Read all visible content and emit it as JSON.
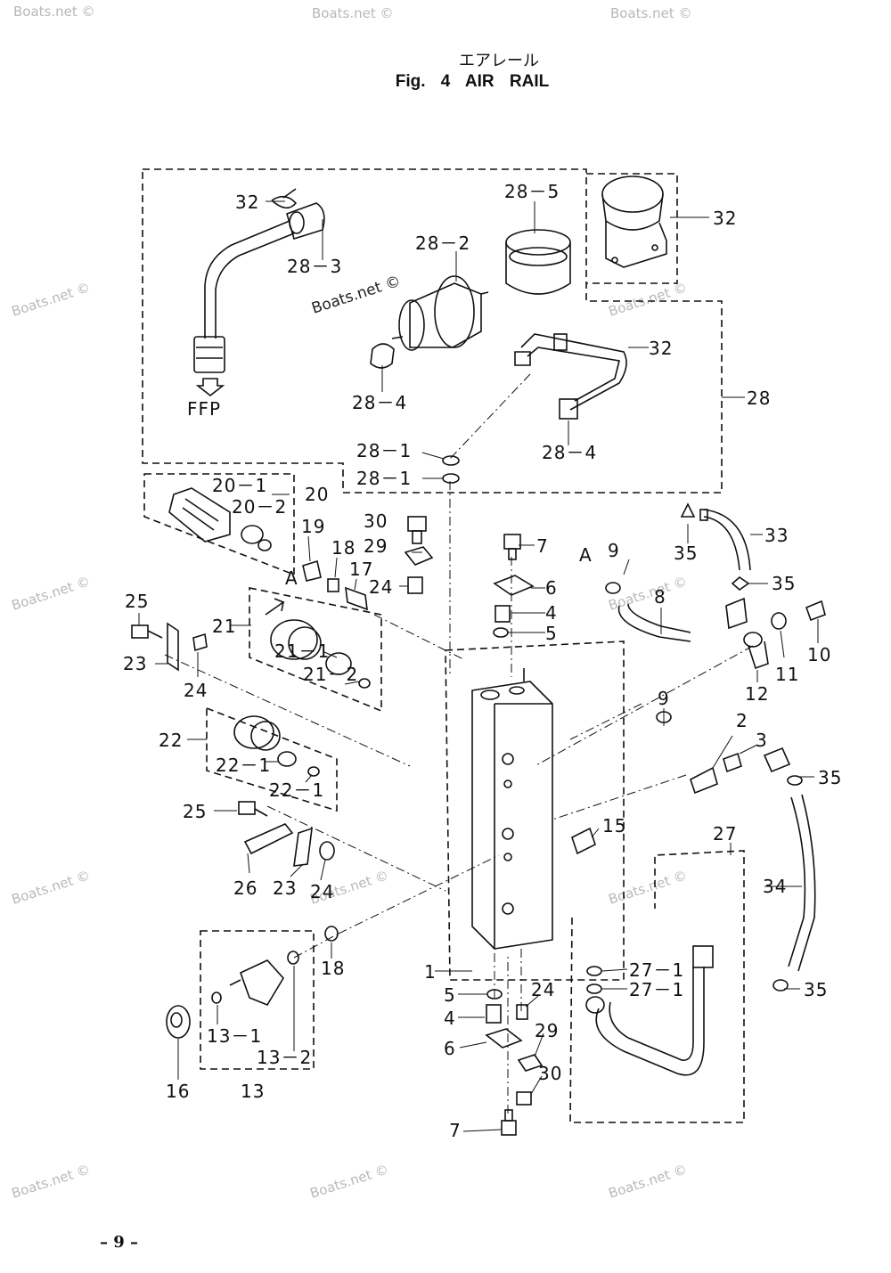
{
  "figure": {
    "title_jp": "エアレール",
    "title_en": "Fig. 4    AIR RAIL"
  },
  "page_number": "– 9 –",
  "watermark": "Boats.net ©",
  "ffp_label": "FFP",
  "callouts": {
    "c1": "1",
    "c2": "2",
    "c3": "3",
    "c4a": "4",
    "c4b": "4",
    "c5a": "5",
    "c5b": "5",
    "c6a": "6",
    "c6b": "6",
    "c7a": "7",
    "c7b": "7",
    "c8": "8",
    "c9a": "9",
    "c9b": "9",
    "c10": "10",
    "c11": "11",
    "c12": "12",
    "c13": "13",
    "c13_1": "13－1",
    "c13_2": "13－2",
    "c15": "15",
    "c16": "16",
    "c17": "17",
    "c18a": "18",
    "c18b": "18",
    "c19": "19",
    "c20": "20",
    "c20_1": "20－1",
    "c20_2": "20－2",
    "c21": "21",
    "c21_1": "21－1",
    "c21_2": "21－2",
    "c22": "22",
    "c22_1a": "22－1",
    "c22_1b": "22－1",
    "c23a": "23",
    "c23b": "23",
    "c24a": "24",
    "c24b": "24",
    "c24c": "24",
    "c24d": "24",
    "c25a": "25",
    "c25b": "25",
    "c26": "26",
    "c27": "27",
    "c27_1a": "27－1",
    "c27_1b": "27－1",
    "c28": "28",
    "c28_1a": "28－1",
    "c28_1b": "28－1",
    "c28_2": "28－2",
    "c28_3": "28－3",
    "c28_4a": "28－4",
    "c28_4b": "28－4",
    "c28_5": "28－5",
    "c29a": "29",
    "c29b": "29",
    "c30a": "30",
    "c30b": "30",
    "c32a": "32",
    "c32b": "32",
    "c32c": "32",
    "c33": "33",
    "c34": "34",
    "c35a": "35",
    "c35b": "35",
    "c35c": "35",
    "c35d": "35",
    "viewA1": "A",
    "viewA2": "A"
  }
}
